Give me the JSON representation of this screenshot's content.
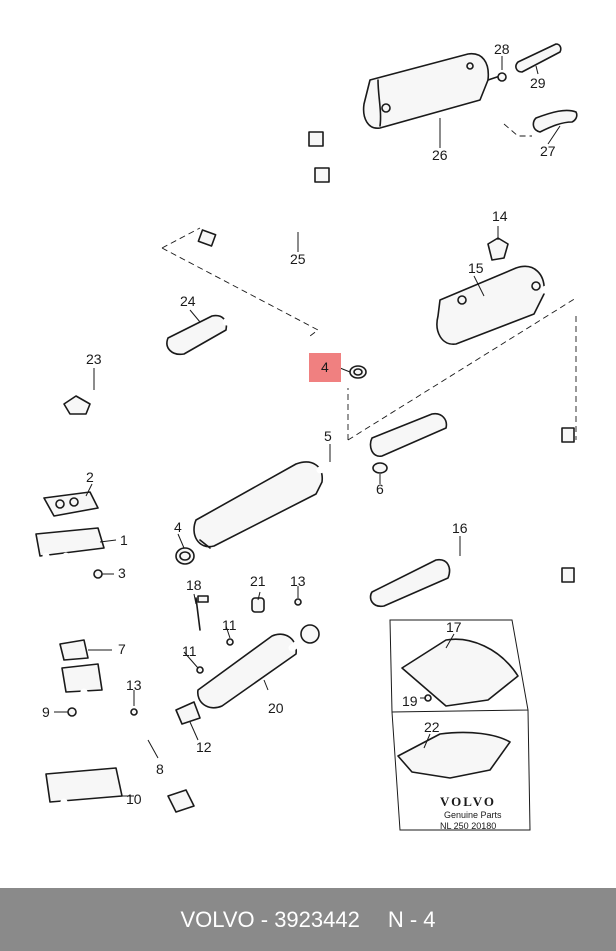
{
  "diagram": {
    "callouts": [
      "1",
      "2",
      "3",
      "4",
      "4",
      "5",
      "6",
      "7",
      "8",
      "9",
      "10",
      "11",
      "11",
      "12",
      "13",
      "13",
      "14",
      "15",
      "16",
      "17",
      "18",
      "19",
      "20",
      "21",
      "22",
      "23",
      "24",
      "25",
      "26",
      "27",
      "28",
      "29"
    ],
    "highlighted_callout": "4",
    "highlight_color": "#f08080",
    "brand": {
      "logo": "VOLVO",
      "line1": "Genuine Parts",
      "line2": "NL 250 20180"
    }
  },
  "footer": {
    "part_label": "VOLVO - 3923442",
    "position": "N - 4",
    "background": "#8a8a8a"
  }
}
